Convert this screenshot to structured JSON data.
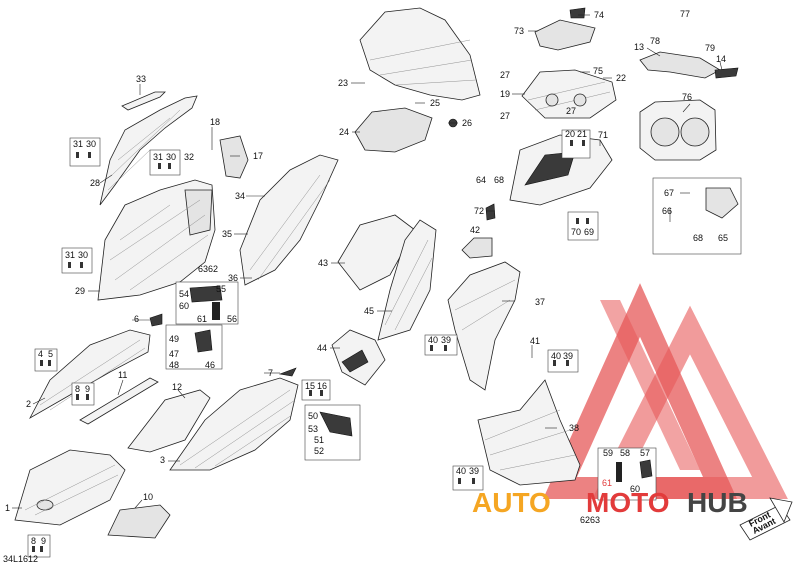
{
  "diagram": {
    "ref_code": "34L1612",
    "orientation_label": [
      "Front",
      "Avant"
    ],
    "watermark": {
      "text_auto": "AUTO",
      "text_moto": "MOTO",
      "text_hub": "HUB",
      "color_red": "#e23b3b",
      "color_orange": "#f5a623",
      "color_dark": "#444444"
    },
    "labels": {
      "n1": "1",
      "n2": "2",
      "n3": "3",
      "n4": "4",
      "n5": "5",
      "n6": "6",
      "n7": "7",
      "n8": "8",
      "n9": "9",
      "n10": "10",
      "n11": "11",
      "n12": "12",
      "n13": "13",
      "n14": "14",
      "n15": "15",
      "n16": "16",
      "n17": "17",
      "n18": "18",
      "n19": "19",
      "n20": "20",
      "n21": "21",
      "n22": "22",
      "n23": "23",
      "n24": "24",
      "n25": "25",
      "n26": "26",
      "n27": "27",
      "n28": "28",
      "n29": "29",
      "n30": "30",
      "n31": "31",
      "n32": "32",
      "n33": "33",
      "n34": "34",
      "n35": "35",
      "n36": "36",
      "n37": "37",
      "n38": "38",
      "n39": "39",
      "n40": "40",
      "n41": "41",
      "n42": "42",
      "n43": "43",
      "n44": "44",
      "n45": "45",
      "n46": "46",
      "n47": "47",
      "n48": "48",
      "n49": "49",
      "n50": "50",
      "n51": "51",
      "n52": "52",
      "n53": "53",
      "n54": "54",
      "n55": "55",
      "n56": "56",
      "n57": "57",
      "n58": "58",
      "n59": "59",
      "n60": "60",
      "n61": "61",
      "n62": "62",
      "n63": "63",
      "n64": "64",
      "n65": "65",
      "n66": "66",
      "n67": "67",
      "n68": "68",
      "n69": "69",
      "n70": "70",
      "n71": "71",
      "n72": "72",
      "n73": "73",
      "n74": "74",
      "n75": "75",
      "n76": "76",
      "n77": "77",
      "n78": "78",
      "n79": "79",
      "n6362": "6362",
      "n6263": "6263"
    }
  }
}
